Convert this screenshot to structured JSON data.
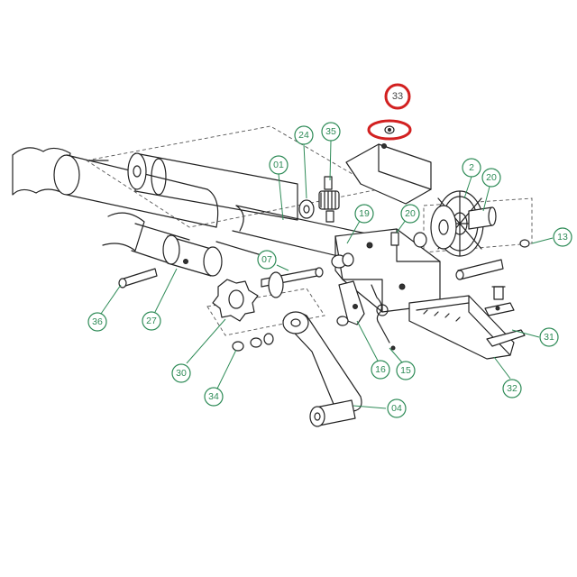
{
  "callouts": [
    {
      "id": "33",
      "highlighted": true
    },
    {
      "id": "24"
    },
    {
      "id": "35"
    },
    {
      "id": "01"
    },
    {
      "id": "2"
    },
    {
      "id": "20"
    },
    {
      "id": "19"
    },
    {
      "id": "20"
    },
    {
      "id": "13"
    },
    {
      "id": "07"
    },
    {
      "id": "36"
    },
    {
      "id": "27"
    },
    {
      "id": "30"
    },
    {
      "id": "34"
    },
    {
      "id": "16"
    },
    {
      "id": "15"
    },
    {
      "id": "31"
    },
    {
      "id": "32"
    },
    {
      "id": "04"
    }
  ],
  "colors": {
    "callout": "#2e8b57",
    "highlight": "#d22020",
    "line": "#222222"
  }
}
